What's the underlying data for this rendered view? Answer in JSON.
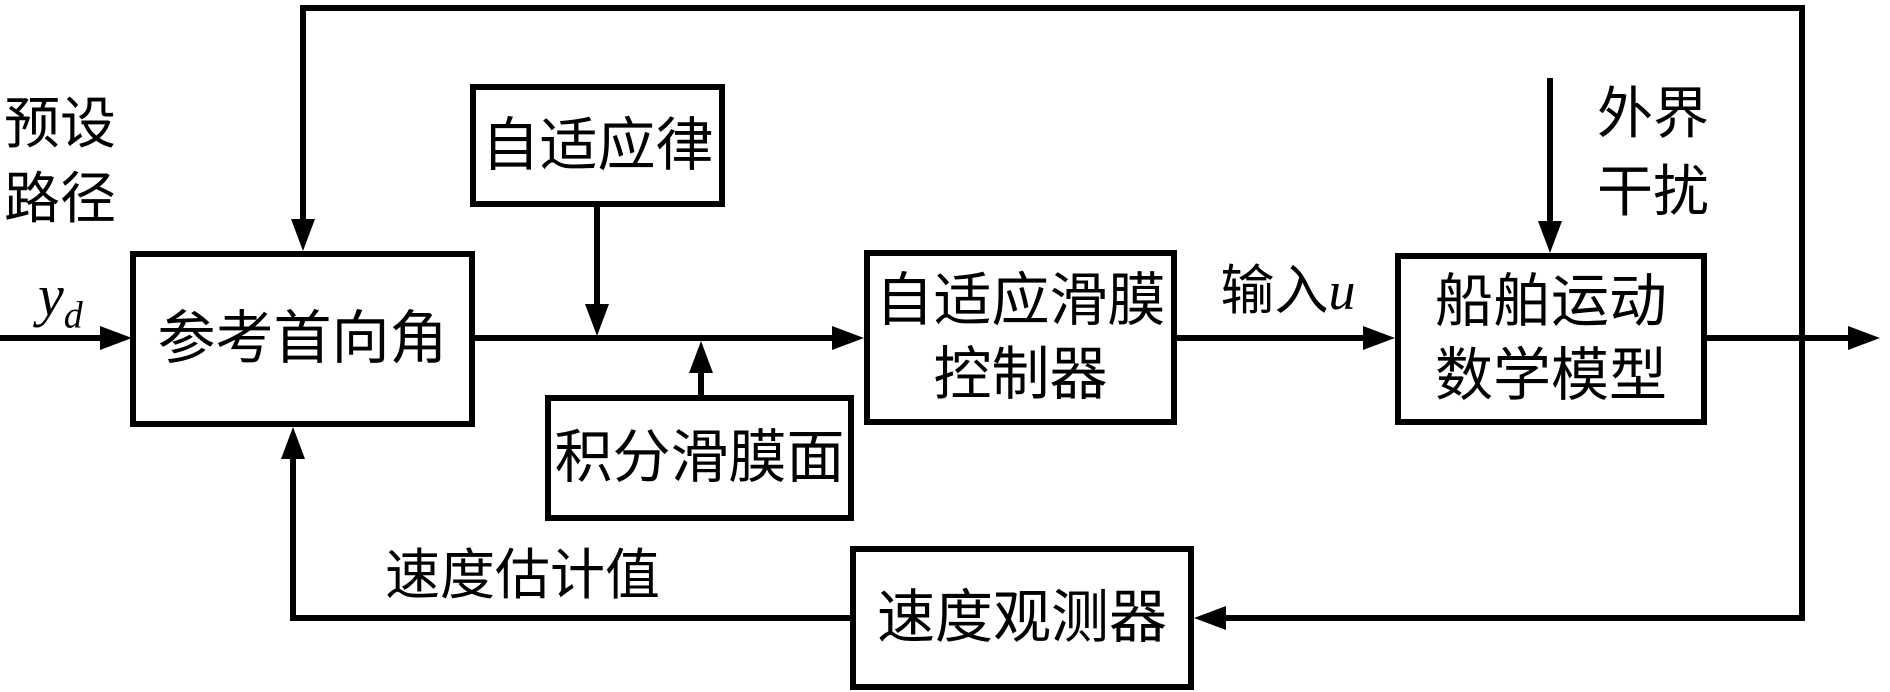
{
  "diagram": {
    "background_color": "#ffffff",
    "line_color": "#000000",
    "boxes": {
      "reference_heading": {
        "label": "参考首向角"
      },
      "adaptive_law": {
        "label": "自适应律"
      },
      "integral_sliding_surface": {
        "label": "积分滑膜面"
      },
      "adaptive_smc": {
        "line1": "自适应滑膜",
        "line2": "控制器"
      },
      "ship_model": {
        "line1": "船舶运动",
        "line2": "数学模型"
      },
      "velocity_observer": {
        "label": "速度观测器"
      }
    },
    "labels": {
      "preset_path": {
        "line1": "预设",
        "line2": "路径"
      },
      "input_signal": {
        "base": "y",
        "sub": "d"
      },
      "control_input": {
        "text": "输入",
        "var": "u"
      },
      "disturbance": {
        "line1": "外界",
        "line2": "干扰"
      },
      "velocity_estimate": "速度估计值"
    }
  }
}
